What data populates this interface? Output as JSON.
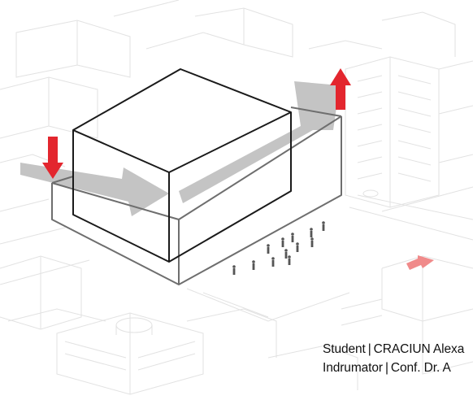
{
  "colors": {
    "arrow_red": "#e3262e",
    "arrow_pink": "#f08a8a",
    "flow_gray": "#c4c4c4",
    "context_line": "#e2e2e2",
    "mass_line": "#1a1a1a",
    "podium_line": "#6e6e6e"
  },
  "icons": [
    "down-arrow-icon",
    "up-arrow-icon",
    "entrance-arrow-icon"
  ],
  "caption": {
    "student_role": "Student",
    "student_name": "CRACIUN Alexa",
    "tutor_role": "Indrumator",
    "tutor_name": "Conf.  Dr. A",
    "separator": "|"
  }
}
